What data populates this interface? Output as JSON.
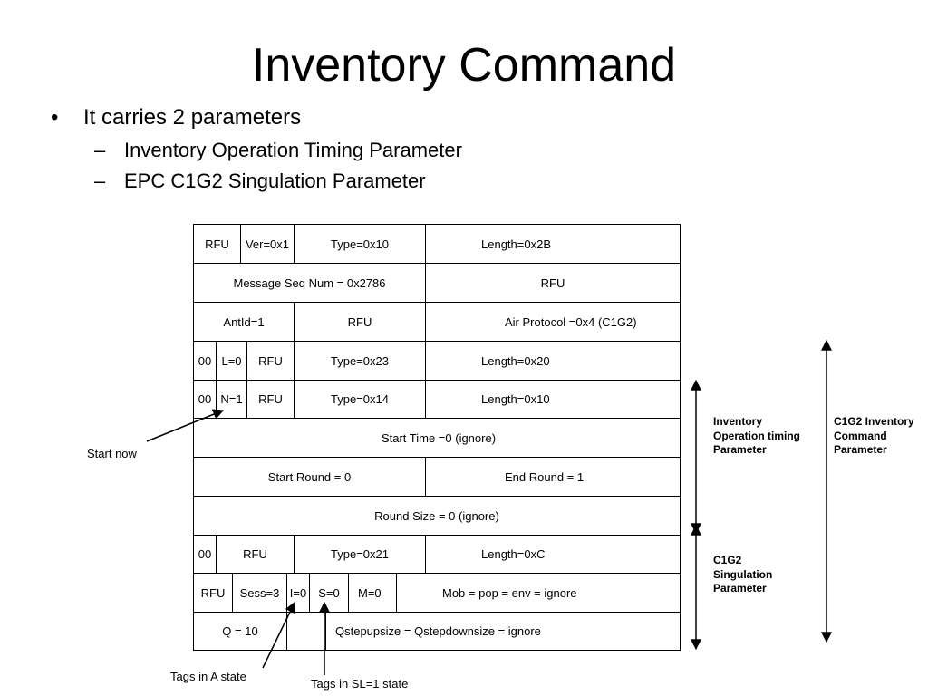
{
  "slide": {
    "title": "Inventory Command",
    "bullets": [
      {
        "mark": "•",
        "text": "It carries 2 parameters"
      },
      {
        "mark": "–",
        "text": "Inventory Operation Timing Parameter"
      },
      {
        "mark": "–",
        "text": "EPC C1G2 Singulation Parameter"
      }
    ]
  },
  "table": {
    "rows": [
      [
        "RFU",
        "Ver=0x1",
        "Type=0x10",
        "Length=0x2B"
      ],
      [
        "Message Seq Num = 0x2786",
        "RFU"
      ],
      [
        "AntId=1",
        "RFU",
        "Air Protocol =0x4 (C1G2)"
      ],
      [
        "00",
        "L=0",
        "RFU",
        "Type=0x23",
        "Length=0x20"
      ],
      [
        "00",
        "N=1",
        "RFU",
        "Type=0x14",
        "Length=0x10"
      ],
      [
        "Start Time =0 (ignore)"
      ],
      [
        "Start Round = 0",
        "End Round = 1"
      ],
      [
        "Round Size = 0 (ignore)"
      ],
      [
        "00",
        "RFU",
        "Type=0x21",
        "Length=0xC"
      ],
      [
        "RFU",
        "Sess=3",
        "I=0",
        "S=0",
        "M=0",
        "Mob = pop = env = ignore"
      ],
      [
        "Q = 10",
        "",
        "Qstepupsize = Qstepdownsize = ignore"
      ]
    ]
  },
  "brackets": {
    "inventory_timing": "Inventory\nOperation timing\nParameter",
    "c1g2_inventory_command": "C1G2 Inventory\nCommand\nParameter",
    "c1g2_singulation": "C1G2\nSingulation\nParameter"
  },
  "annotations": {
    "start_now": "Start now",
    "tags_a_state": "Tags in A state",
    "tags_sl_state": "Tags in SL=1 state"
  }
}
